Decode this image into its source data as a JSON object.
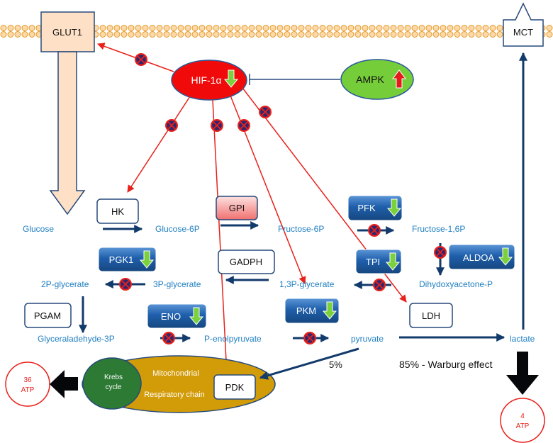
{
  "transporters": {
    "glut1": "GLUT1",
    "mct": "MCT"
  },
  "regulators": {
    "hif1a": "HIF-1α",
    "ampk": "AMPK"
  },
  "enzymes": {
    "hk": "HK",
    "gpi": "GPI",
    "pfk": "PFK",
    "pgk1": "PGK1",
    "gadph": "GADPH",
    "tpi": "TPI",
    "aldoa": "ALDOA",
    "pgam": "PGAM",
    "eno": "ENO",
    "pkm": "PKM",
    "ldh": "LDH",
    "pdk": "PDK"
  },
  "metabolites": {
    "glucose": "Glucose",
    "glucose_6p": "Glucose-6P",
    "fructose_6p": "Fructose-6P",
    "fructose_16p": "Fructose-1,6P",
    "p2_glycerate": "2P-glycerate",
    "p3_glycerate": "3P-glycerate",
    "p13_glycerate": "1,3P-glycerate",
    "dihydroxyacetone_p": "Dihydoxyacetone-P",
    "glyceraldehyde_3p": "Glyceraladehyde-3P",
    "p_enolpyruvate": "P-enolpyruvate",
    "pyruvate": "pyruvate",
    "lactate": "lactate"
  },
  "mitochondrion": {
    "krebs_line1": "Krebs",
    "krebs_line2": "cycle",
    "label_line1": "Mitochondrial",
    "label_line2": "Respiratory chain"
  },
  "atp": {
    "mito_count": "36",
    "mito_unit": "ATP",
    "lactate_count": "4",
    "lactate_unit": "ATP"
  },
  "annotations": {
    "pct_mito": "5%",
    "warburg": "85% - Warburg effect"
  },
  "colors": {
    "metabolite_text": "#1f7fc1",
    "inhibit_arrow": "#e8211b",
    "hif_fill": "#f10a0a",
    "ampk_fill": "#76cd3a",
    "enzyme_dark": "#1b5fa6",
    "mito_fill": "#d29b08",
    "krebs_fill": "#2c7a34",
    "down_arrow": "#7ad13c",
    "up_arrow": "#e51a1a"
  }
}
